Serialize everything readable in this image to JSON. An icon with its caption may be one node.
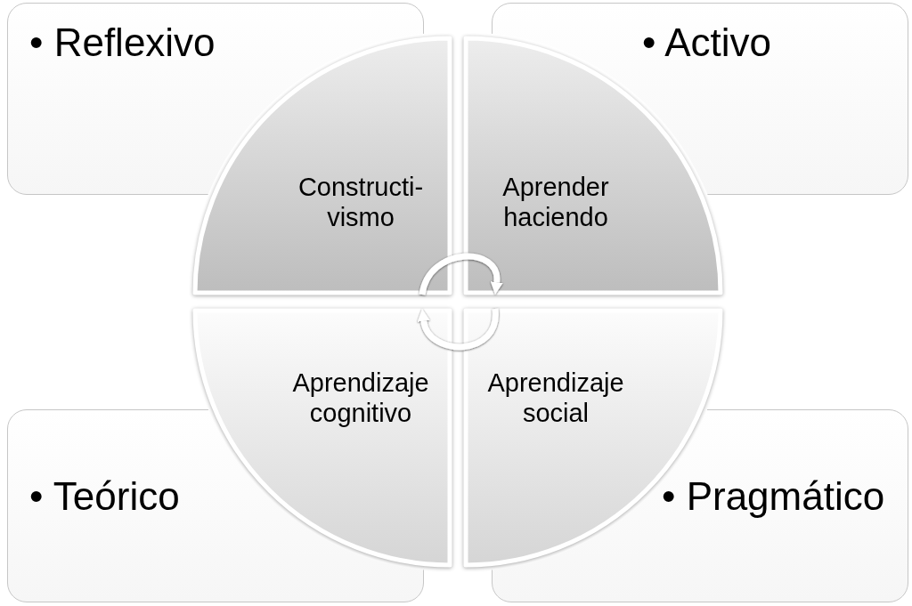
{
  "diagram": {
    "nodes": [
      {
        "text": [
          "• Reflexivo"
        ]
      },
      {
        "text": [
          "• Activo"
        ]
      },
      {
        "text": [
          "Constructi- vismo"
        ]
      },
      {
        "text": [
          "Aprender haciendo"
        ]
      },
      {
        "text": [
          "Aprendizaje cognitivo"
        ]
      },
      {
        "text": [
          "Aprendizaje social"
        ]
      },
      {
        "text": [
          "• Teórico"
        ]
      },
      {
        "text": [
          "• Pragmático"
        ]
      }
    ],
    "edges": [
      {
        "from": 2,
        "to": 3,
        "arrow": "to"
      },
      {
        "from": 5,
        "to": 4,
        "arrow": "to"
      }
    ]
  }
}
